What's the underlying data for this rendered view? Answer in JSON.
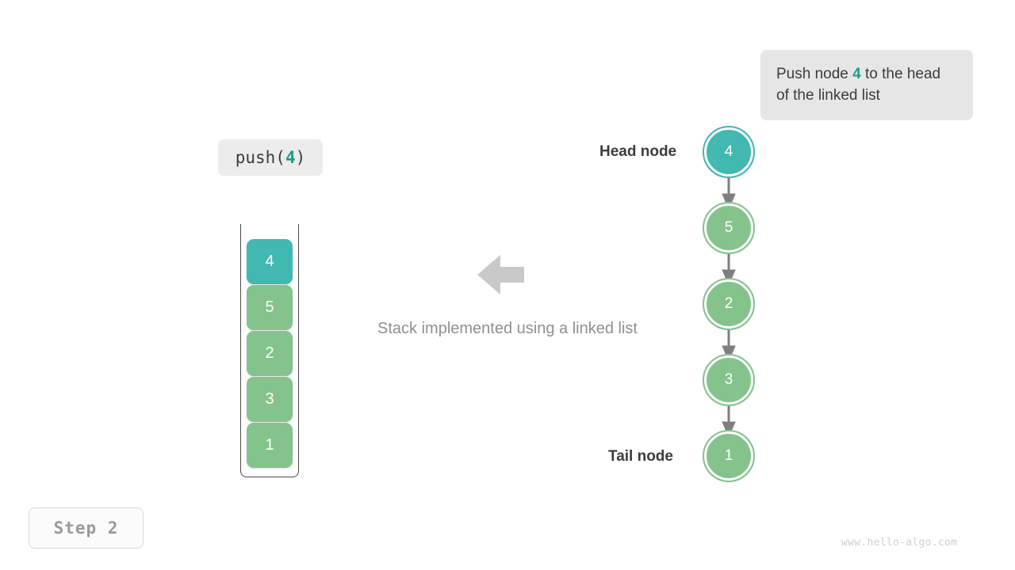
{
  "callout": {
    "text_before": "Push node ",
    "highlight": "4",
    "text_after": " to the head of the linked list"
  },
  "operation": {
    "prefix": "push(",
    "value": "4",
    "suffix": ")"
  },
  "stack": {
    "cells": [
      {
        "value": "4",
        "color": "teal"
      },
      {
        "value": "5",
        "color": "green"
      },
      {
        "value": "2",
        "color": "green"
      },
      {
        "value": "3",
        "color": "green"
      },
      {
        "value": "1",
        "color": "green"
      }
    ]
  },
  "caption": "Stack implemented using a linked list",
  "linked_list": {
    "head_label": "Head node",
    "tail_label": "Tail node",
    "nodes": [
      {
        "value": "4",
        "color": "teal"
      },
      {
        "value": "5",
        "color": "green"
      },
      {
        "value": "2",
        "color": "green"
      },
      {
        "value": "3",
        "color": "green"
      },
      {
        "value": "1",
        "color": "green"
      }
    ]
  },
  "step_badge": "Step  2",
  "watermark": "www.hello-algo.com",
  "colors": {
    "teal": "#41b8b0",
    "green": "#84c38c",
    "accent_text": "#17a08a",
    "arrow_gray": "#c9c9c9",
    "connector_gray": "#7f7f7f",
    "callout_bg": "#e6e6e6"
  }
}
